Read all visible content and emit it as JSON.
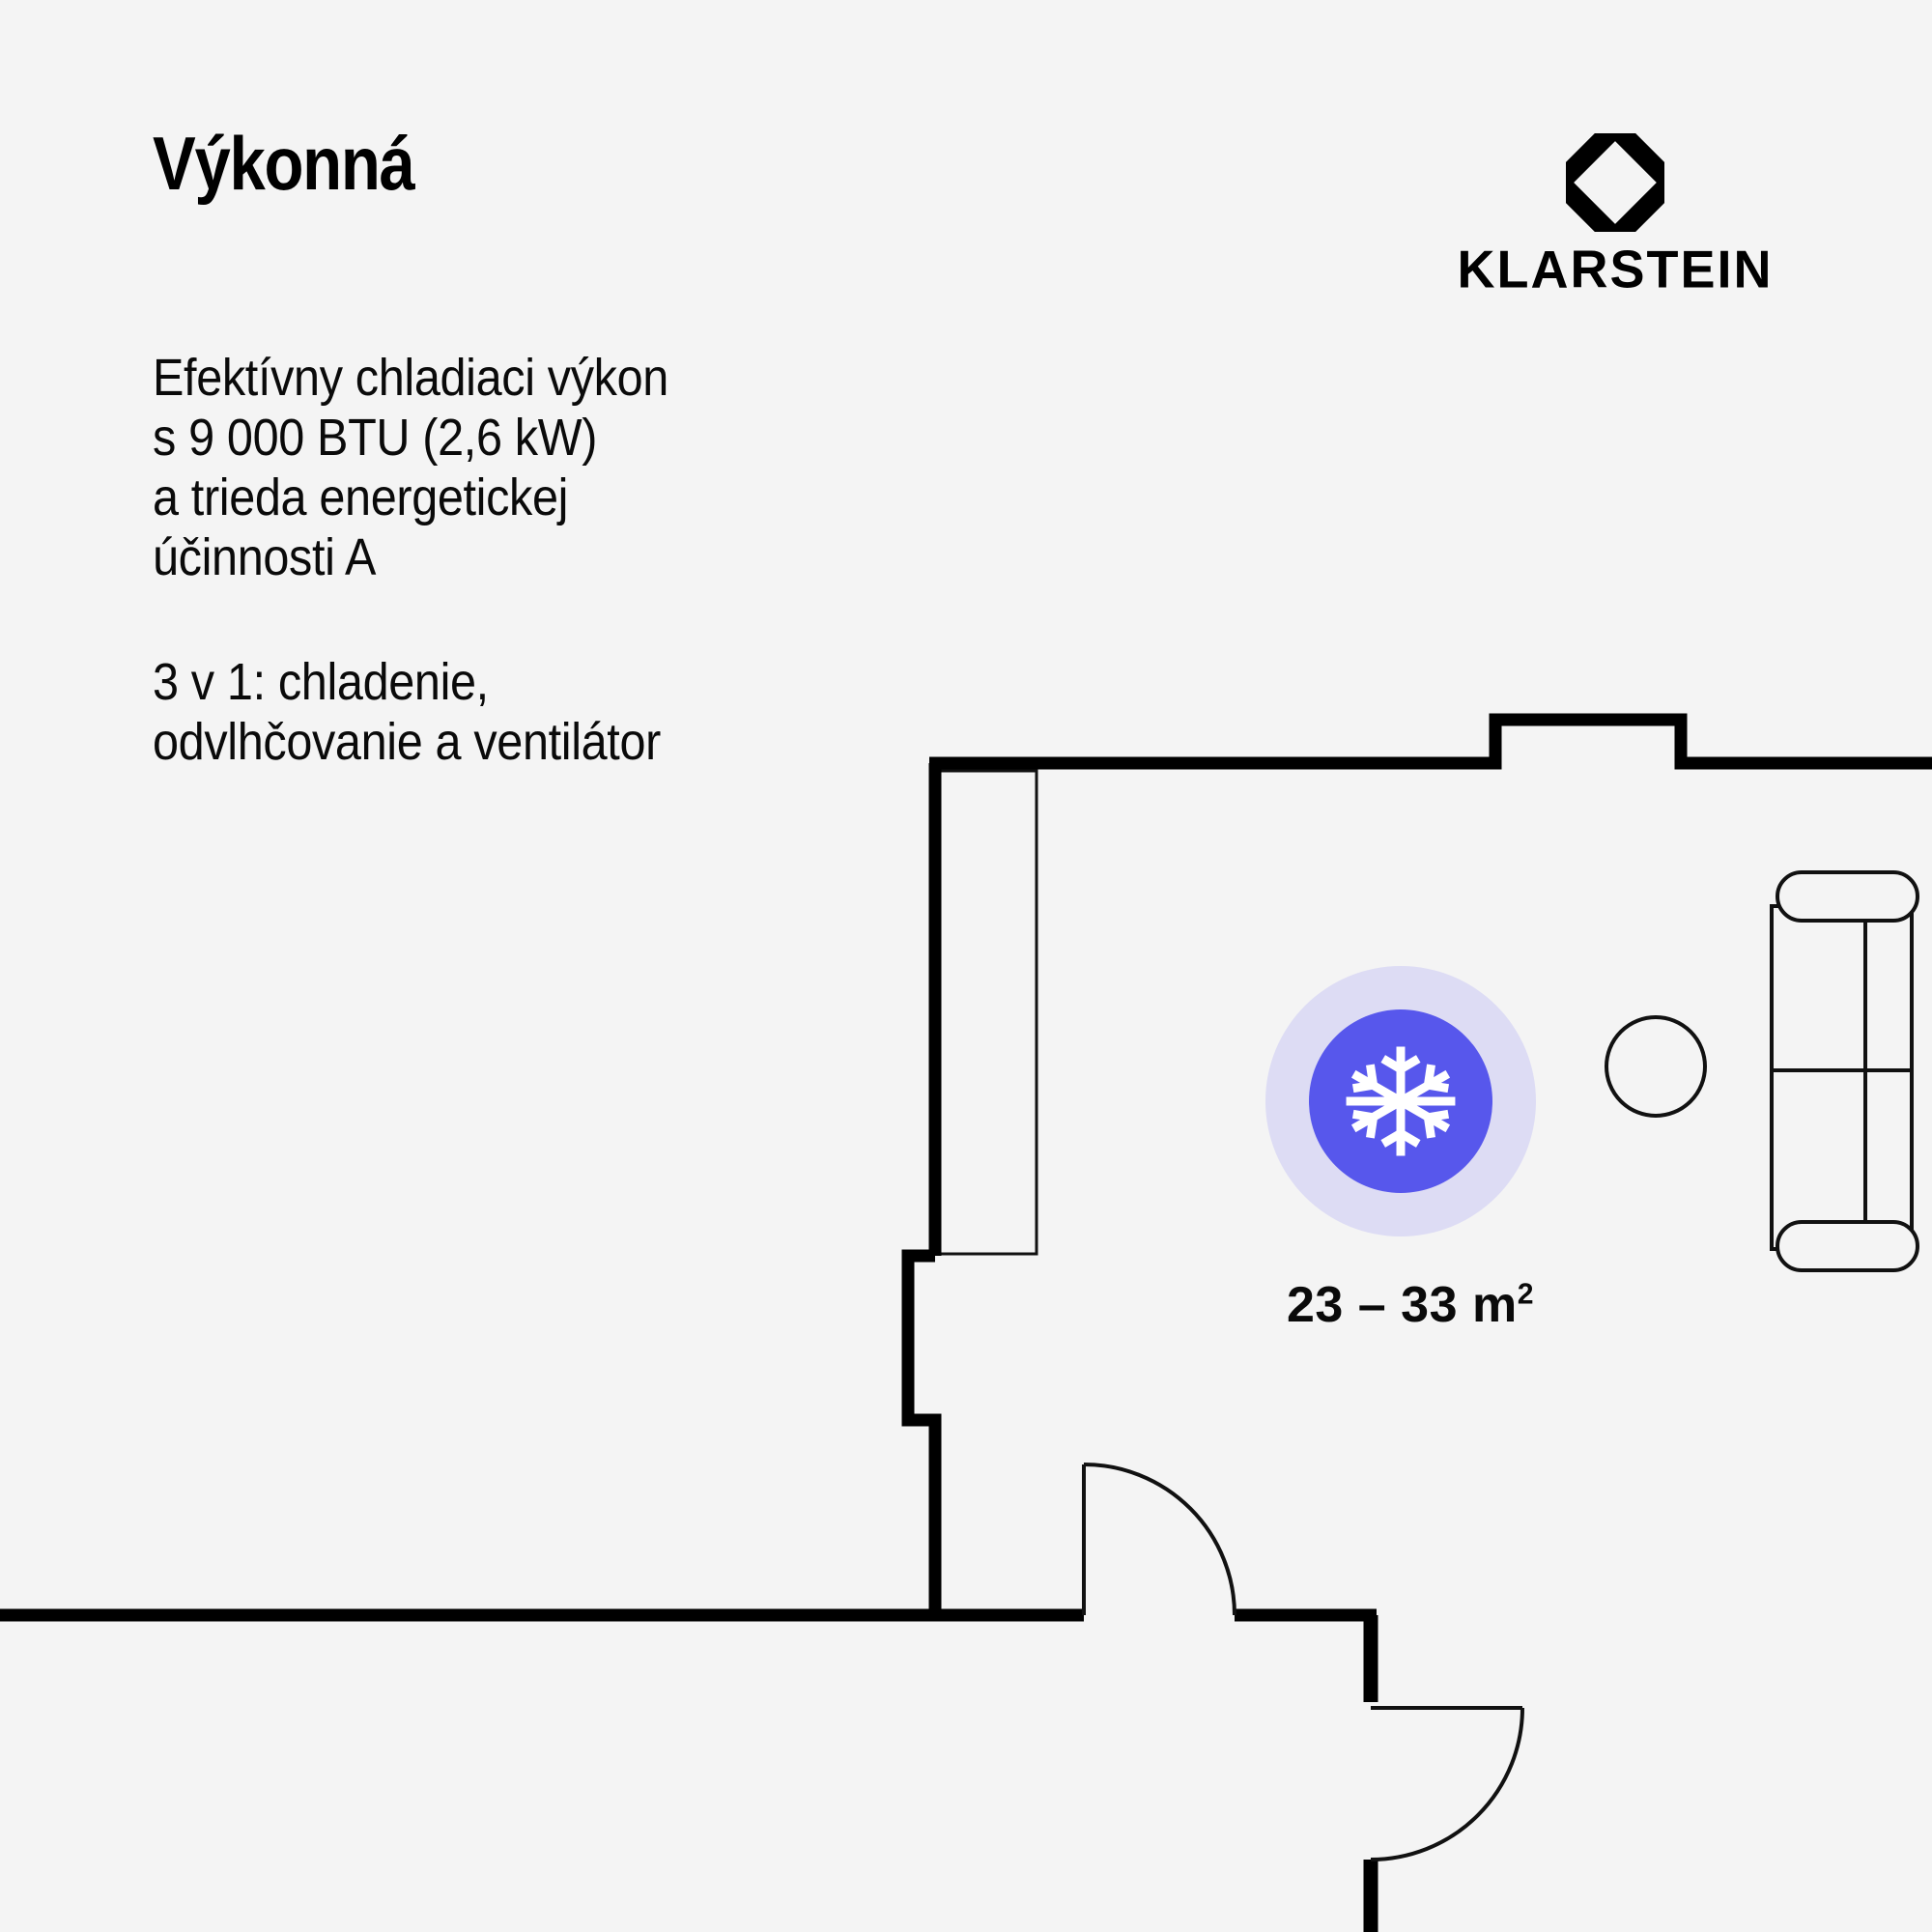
{
  "page": {
    "background_color": "#f4f4f4",
    "text_color": "#0a0a0a"
  },
  "headline": "Výkonná",
  "features": {
    "paragraph_1": "Efektívny chladiaci výkon\ns 9 000 BTU (2,6 kW)\na trieda energetickej\núčinnosti A",
    "paragraph_2": "3 v 1: chladenie,\nodvlhčovanie a ventilátor"
  },
  "brand": {
    "name": "KLARSTEIN",
    "mark": "octagon-diamond-logo",
    "color": "#000000"
  },
  "badge": {
    "icon": "snowflake-icon",
    "halo_color": "#dddcf4",
    "core_color": "#5757ec",
    "icon_color": "#ffffff"
  },
  "area": {
    "value": "23 – 33 m",
    "unit_exponent": "2",
    "full_text": "23 – 33 m²"
  },
  "floorplan": {
    "wall_color": "#000000",
    "furniture_stroke": "#111111",
    "elements": [
      "exterior-wall-top",
      "exterior-wall-left",
      "wall-jog-left",
      "wall-notch-top",
      "wall-bottom",
      "wall-vertical-right-lower",
      "window-left",
      "door-swing-main",
      "door-swing-lower",
      "sofa",
      "round-table"
    ]
  }
}
